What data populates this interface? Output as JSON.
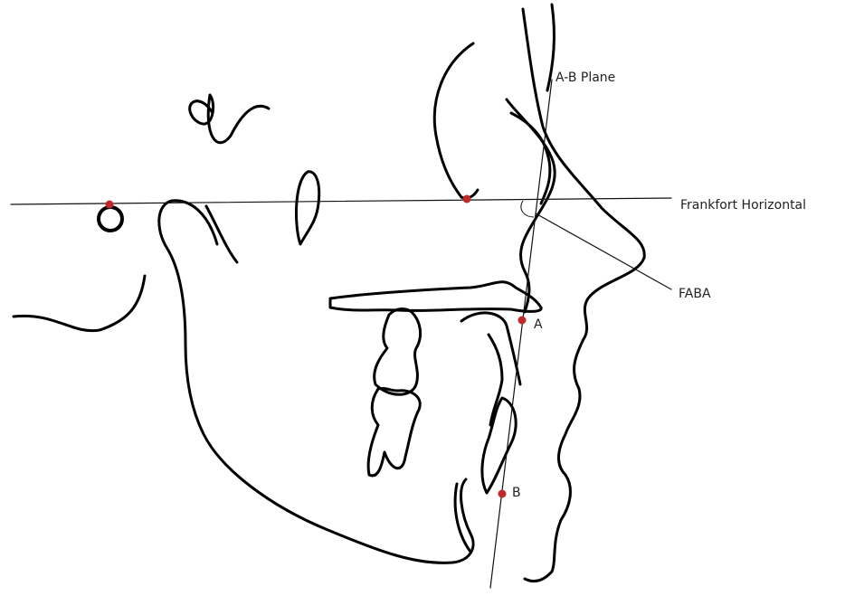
{
  "labels": {
    "ab_plane": "A-B Plane",
    "frankfort": "Frankfort Horizontal",
    "faba": "FABA",
    "point_a": "A",
    "point_b": "B"
  },
  "colors": {
    "line": "#000000",
    "landmark": "#c0282c",
    "text": "#222222",
    "background": "#ffffff"
  }
}
